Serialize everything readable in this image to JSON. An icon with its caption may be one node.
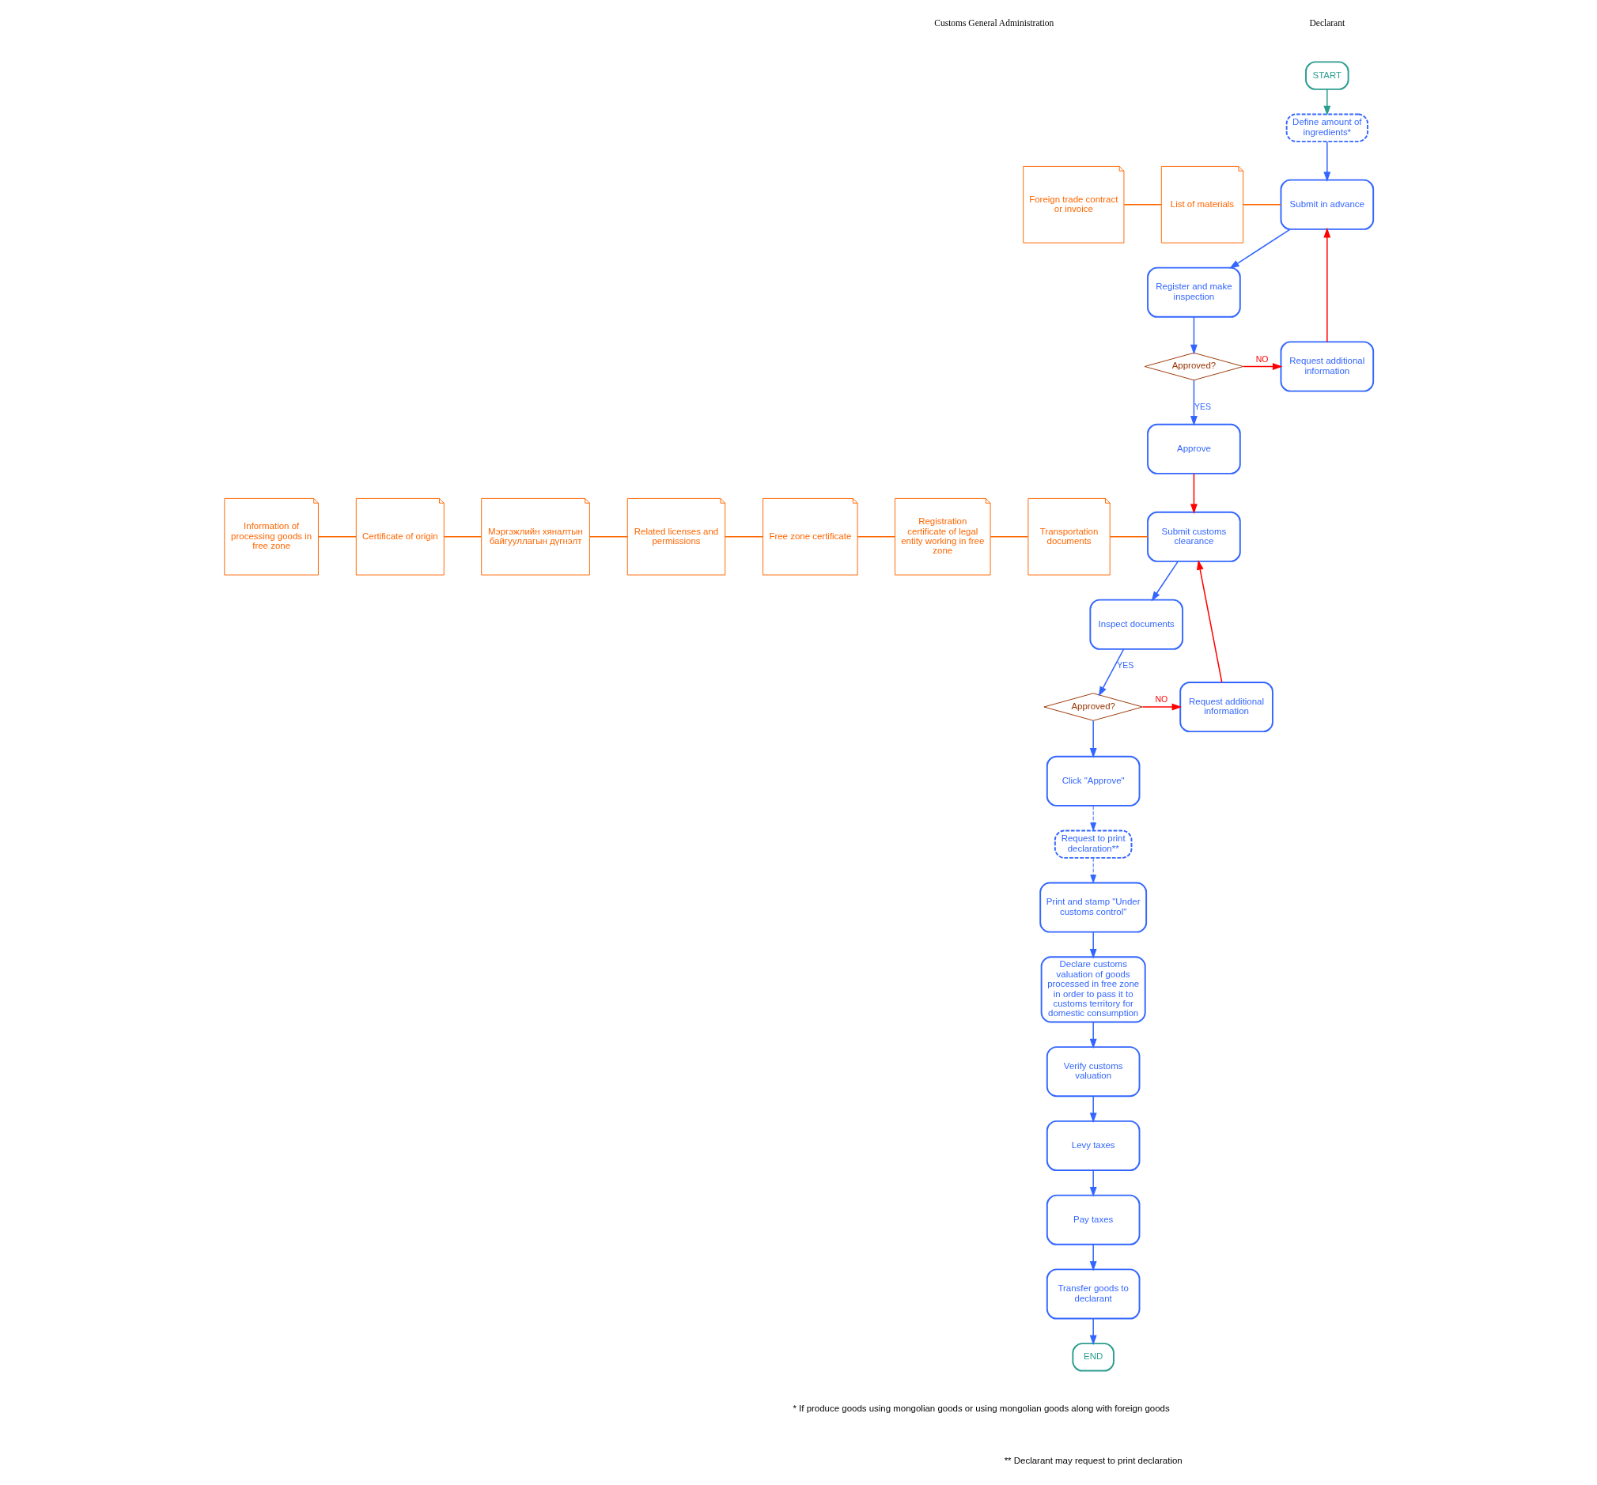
{
  "diagram": {
    "nodes": [
      {
        "text": [
          "START"
        ]
      },
      {
        "text": [
          "Define amount of ingredients*"
        ]
      },
      {
        "text": [
          "Submit in advance"
        ]
      },
      {
        "text": [
          "Foreign trade contract or invoice"
        ]
      },
      {
        "text": [
          "List of materials"
        ]
      },
      {
        "text": [
          "Register and make inspection"
        ]
      },
      {
        "text": [
          "Approved?"
        ]
      },
      {
        "text": [
          "Request additional information"
        ]
      },
      {
        "text": [
          "Approve"
        ]
      },
      {
        "text": [
          "Information of processing goods in free zone"
        ]
      },
      {
        "text": [
          "Certificate of origin"
        ]
      },
      {
        "text": [
          "Мэргэжлийн хяналтын байгууллагын дүгнэлт"
        ]
      },
      {
        "text": [
          "Related licenses and permissions"
        ]
      },
      {
        "text": [
          "Free zone certificate"
        ]
      },
      {
        "text": [
          "Registration certificate of legal entity working in free zone"
        ]
      },
      {
        "text": [
          "Transportation documents"
        ]
      },
      {
        "text": [
          "Submit customs clearance"
        ]
      },
      {
        "text": [
          "Inspect documents"
        ]
      },
      {
        "text": [
          "Approved?"
        ]
      },
      {
        "text": [
          "Request additional information"
        ]
      },
      {
        "text": [
          "Request to print declaration**"
        ]
      },
      {
        "text": [
          "Click \"Approve\""
        ]
      },
      {
        "text": [
          "Print and stamp \"Under customs control\""
        ]
      },
      {
        "text": [
          "Declare customs valuation of goods processed in free zone in order to pass it to customs territory for domestic consumption"
        ]
      },
      {
        "text": [
          "Verify customs valuation"
        ]
      },
      {
        "text": [
          "Pay taxes"
        ]
      },
      {
        "text": [
          "Levy taxes"
        ]
      },
      {
        "text": [
          "Transfer goods to declarant"
        ]
      },
      {
        "text": [
          "END"
        ]
      }
    ],
    "edges": [
      {
        "from": 0,
        "to": 1,
        "arrow": "to",
        "color": "#2a9d8f"
      },
      {
        "from": 1,
        "to": 2,
        "arrow": "to"
      },
      {
        "from": 3,
        "to": 4,
        "arrow": "none",
        "color": "#ff6600"
      },
      {
        "from": 4,
        "to": 2,
        "arrow": "none",
        "color": "#ff6600"
      },
      {
        "from": 2,
        "to": 5,
        "arrow": "to"
      },
      {
        "from": 5,
        "to": 6,
        "arrow": "to"
      },
      {
        "from": 6,
        "to": 7,
        "arrow": "to",
        "label": "NO",
        "color": "#ff0000"
      },
      {
        "from": 7,
        "to": 2,
        "arrow": "to",
        "color": "#ff0000"
      },
      {
        "from": 6,
        "to": 8,
        "arrow": "to",
        "label": "YES"
      },
      {
        "from": 8,
        "to": 16,
        "arrow": "to",
        "color": "#ff0000"
      },
      {
        "from": 9,
        "to": 10,
        "arrow": "none",
        "color": "#ff6600"
      },
      {
        "from": 10,
        "to": 11,
        "arrow": "none",
        "color": "#ff6600"
      },
      {
        "from": 11,
        "to": 12,
        "arrow": "none",
        "color": "#ff6600"
      },
      {
        "from": 12,
        "to": 13,
        "arrow": "none",
        "color": "#ff6600"
      },
      {
        "from": 13,
        "to": 14,
        "arrow": "none",
        "color": "#ff6600"
      },
      {
        "from": 14,
        "to": 15,
        "arrow": "none",
        "color": "#ff6600"
      },
      {
        "from": 15,
        "to": 16,
        "arrow": "none",
        "color": "#ff6600"
      },
      {
        "from": 16,
        "to": 17,
        "arrow": "to"
      },
      {
        "from": 17,
        "to": 18,
        "arrow": "to",
        "label": "YES"
      },
      {
        "from": 18,
        "to": 19,
        "arrow": "to",
        "label": "NO",
        "color": "#ff0000"
      },
      {
        "from": 19,
        "to": 16,
        "arrow": "to",
        "color": "#ff0000"
      },
      {
        "from": 18,
        "to": 21,
        "arrow": "to"
      },
      {
        "from": 21,
        "to": 20,
        "arrow": "to",
        "style": "dashed"
      },
      {
        "from": 20,
        "to": 22,
        "arrow": "to",
        "style": "dashed"
      },
      {
        "from": 22,
        "to": 23,
        "arrow": "to"
      },
      {
        "from": 23,
        "to": 24,
        "arrow": "to"
      },
      {
        "from": 24,
        "to": 26,
        "arrow": "to"
      },
      {
        "from": 26,
        "to": 25,
        "arrow": "to"
      },
      {
        "from": 25,
        "to": 27,
        "arrow": "to"
      },
      {
        "from": 27,
        "to": 28,
        "arrow": "to"
      }
    ],
    "labels": [
      "Declarant",
      "Customs General Administration",
      "* If produce goods using mongolian goods or using mongolian goods along with foreign goods",
      "** Declarant may request to print declaration"
    ]
  }
}
